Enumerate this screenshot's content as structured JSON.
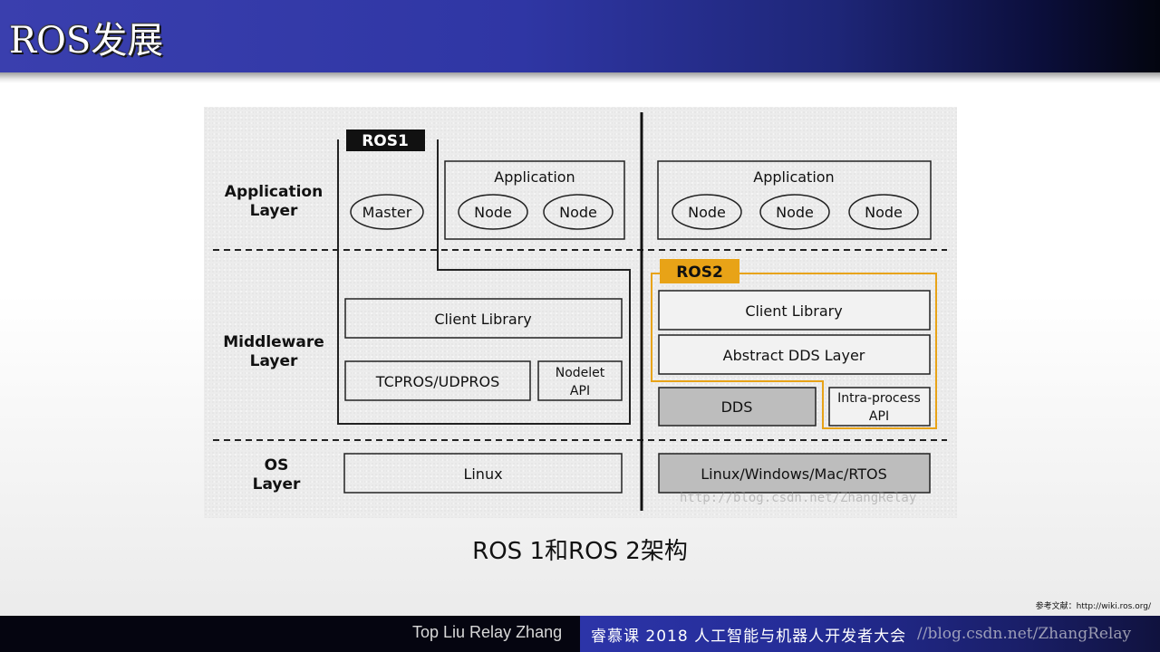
{
  "header": {
    "title": "ROS发展"
  },
  "diagram": {
    "layers": {
      "application": [
        "Application",
        "Layer"
      ],
      "middleware": [
        "Middleware",
        "Layer"
      ],
      "os": [
        "OS",
        "Layer"
      ]
    },
    "ros1": {
      "tag": "ROS1",
      "master": "Master",
      "application": "Application",
      "nodes": [
        "Node",
        "Node"
      ],
      "client_library": "Client Library",
      "transport": "TCPROS/UDPROS",
      "nodelet_api": [
        "Nodelet",
        "API"
      ],
      "os": "Linux"
    },
    "ros2": {
      "tag": "ROS2",
      "application": "Application",
      "nodes": [
        "Node",
        "Node",
        "Node"
      ],
      "client_library": "Client Library",
      "abstract_dds": "Abstract DDS Layer",
      "dds": "DDS",
      "intra_process": [
        "Intra-process",
        "API"
      ],
      "os": "Linux/Windows/Mac/RTOS"
    },
    "colors": {
      "ros2_accent": "#e8a317",
      "tag_black": "#111111",
      "gray_box": "#bdbdbd"
    },
    "watermark": "http://blog.csdn.net/ZhangRelay"
  },
  "caption": "ROS 1和ROS 2架构",
  "reference": "参考文献：http://wiki.ros.org/",
  "footer": {
    "authors": "Top Liu  Relay Zhang",
    "event": "睿慕课 2018 人工智能与机器人开发者大会",
    "watermark": "//blog.csdn.net/ZhangRelay"
  }
}
